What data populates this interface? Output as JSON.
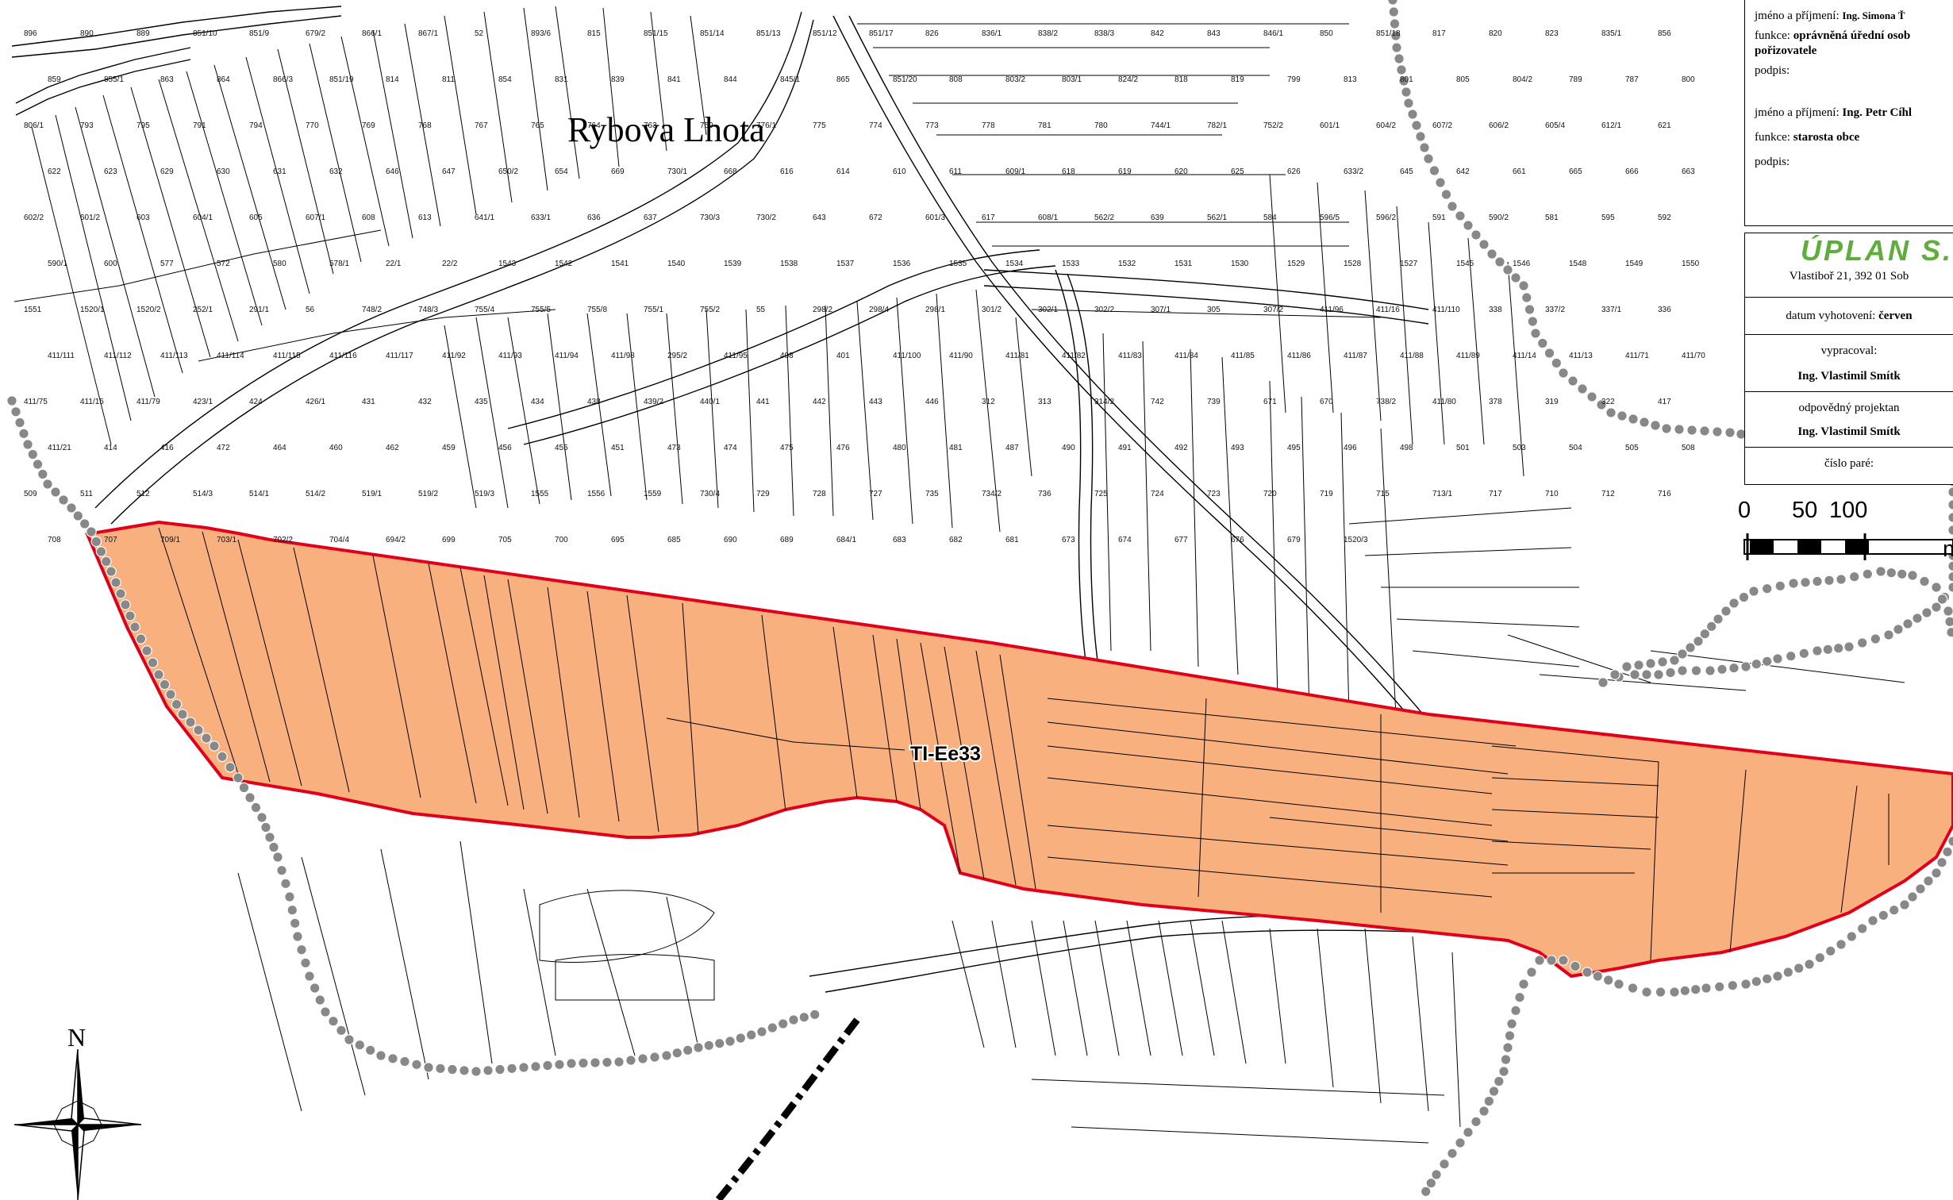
{
  "map": {
    "village_label": "Rybova Lhota",
    "zone_label": "TI-Ee33",
    "north_label": "N",
    "zone_fill": "#f9b07f",
    "zone_border": "#e0001a",
    "parcels": [
      "896",
      "890",
      "889",
      "851/10",
      "851/9",
      "679/2",
      "866/1",
      "867/1",
      "52",
      "893/6",
      "815",
      "851/15",
      "851/14",
      "851/13",
      "851/12",
      "851/17",
      "826",
      "836/1",
      "838/2",
      "838/3",
      "842",
      "843",
      "846/1",
      "850",
      "851/18",
      "817",
      "820",
      "823",
      "835/1",
      "856",
      "859",
      "855/1",
      "863",
      "864",
      "866/3",
      "851/19",
      "814",
      "811",
      "854",
      "831",
      "839",
      "841",
      "844",
      "845/1",
      "865",
      "851/20",
      "808",
      "803/2",
      "803/1",
      "824/2",
      "818",
      "819",
      "799",
      "813",
      "801",
      "805",
      "804/2",
      "789",
      "787",
      "800",
      "806/1",
      "793",
      "795",
      "791",
      "794",
      "770",
      "769",
      "768",
      "767",
      "765",
      "764",
      "763",
      "759",
      "776/1",
      "775",
      "774",
      "773",
      "778",
      "781",
      "780",
      "744/1",
      "782/1",
      "752/2",
      "601/1",
      "604/2",
      "607/2",
      "606/2",
      "605/4",
      "612/1",
      "621",
      "622",
      "623",
      "629",
      "630",
      "631",
      "632",
      "646",
      "647",
      "650/2",
      "654",
      "669",
      "730/1",
      "668",
      "616",
      "614",
      "610",
      "611",
      "609/1",
      "618",
      "619",
      "620",
      "625",
      "626",
      "633/2",
      "645",
      "642",
      "661",
      "665",
      "666",
      "663",
      "602/2",
      "601/2",
      "603",
      "604/1",
      "605",
      "607/1",
      "608",
      "613",
      "641/1",
      "633/1",
      "636",
      "637",
      "730/3",
      "730/2",
      "643",
      "672",
      "601/3",
      "617",
      "608/1",
      "562/2",
      "639",
      "562/1",
      "584",
      "596/5",
      "596/2",
      "591",
      "590/2",
      "581",
      "595",
      "592",
      "590/1",
      "600",
      "577",
      "572",
      "580",
      "578/1",
      "22/1",
      "22/2",
      "1543",
      "1542",
      "1541",
      "1540",
      "1539",
      "1538",
      "1537",
      "1536",
      "1535",
      "1534",
      "1533",
      "1532",
      "1531",
      "1530",
      "1529",
      "1528",
      "1527",
      "1545",
      "1546",
      "1548",
      "1549",
      "1550",
      "1551",
      "1520/1",
      "1520/2",
      "252/1",
      "291/1",
      "56",
      "748/2",
      "748/3",
      "755/4",
      "755/5",
      "755/8",
      "755/1",
      "755/2",
      "55",
      "298/2",
      "298/4",
      "298/1",
      "301/2",
      "302/1",
      "302/2",
      "307/1",
      "305",
      "307/2",
      "411/96",
      "411/16",
      "411/110",
      "338",
      "337/2",
      "337/1",
      "336",
      "411/111",
      "411/112",
      "411/113",
      "411/114",
      "411/115",
      "411/116",
      "411/117",
      "411/92",
      "411/93",
      "411/94",
      "411/98",
      "295/2",
      "411/95",
      "408",
      "401",
      "411/100",
      "411/90",
      "411/81",
      "411/82",
      "411/83",
      "411/84",
      "411/85",
      "411/86",
      "411/87",
      "411/88",
      "411/89",
      "411/14",
      "411/13",
      "411/71",
      "411/70",
      "411/75",
      "411/15",
      "411/79",
      "423/1",
      "424",
      "426/1",
      "431",
      "432",
      "435",
      "434",
      "438",
      "439/2",
      "440/1",
      "441",
      "442",
      "443",
      "446",
      "312",
      "313",
      "314/2",
      "742",
      "739",
      "671",
      "670",
      "738/2",
      "411/80",
      "378",
      "319",
      "322",
      "417",
      "411/21",
      "414",
      "416",
      "472",
      "464",
      "460",
      "462",
      "459",
      "456",
      "455",
      "451",
      "473",
      "474",
      "475",
      "476",
      "480",
      "481",
      "487",
      "490",
      "491",
      "492",
      "493",
      "495",
      "496",
      "498",
      "501",
      "503",
      "504",
      "505",
      "508",
      "509",
      "511",
      "512",
      "514/3",
      "514/1",
      "514/2",
      "519/1",
      "519/2",
      "519/3",
      "1555",
      "1556",
      "1559",
      "730/4",
      "729",
      "728",
      "727",
      "735",
      "734/2",
      "736",
      "725",
      "724",
      "723",
      "720",
      "719",
      "715",
      "713/1",
      "717",
      "710",
      "712",
      "716",
      "708",
      "707",
      "709/1",
      "703/1",
      "702/2",
      "704/4",
      "694/2",
      "699",
      "705",
      "700",
      "695",
      "685",
      "690",
      "689",
      "684/1",
      "683",
      "682",
      "681",
      "673",
      "674",
      "677",
      "676",
      "679",
      "1520/3"
    ]
  },
  "scale": {
    "ticks": [
      "0",
      "50",
      "100"
    ],
    "unit": "m"
  },
  "titleblock": {
    "name_label_1": "jméno a příjmení:",
    "name_value_1": "Ing. Simona Ť",
    "function_label_1": "funkce:",
    "function_value_1": "oprávněná úřední osob",
    "function_value_1b": "pořizovatele",
    "signature_label_1": "podpis:",
    "name_label_2": "jméno a příjmení:",
    "name_value_2": "Ing. Petr Cíhl",
    "function_label_2": "funkce:",
    "function_value_2": "starosta obce",
    "signature_label_2": "podpis:",
    "company_logo": "ÚPLAN S.R.",
    "company_address": "Vlastiboř 21, 392 01 Sob",
    "date_label": "datum vyhotovení:",
    "date_value": "červen",
    "prepared_label": "vypracoval:",
    "prepared_value": "Ing. Vlastimil Smítk",
    "designer_label": "odpovědný projektan",
    "designer_value": "Ing. Vlastimil Smítk",
    "copy_label": "číslo paré:"
  }
}
